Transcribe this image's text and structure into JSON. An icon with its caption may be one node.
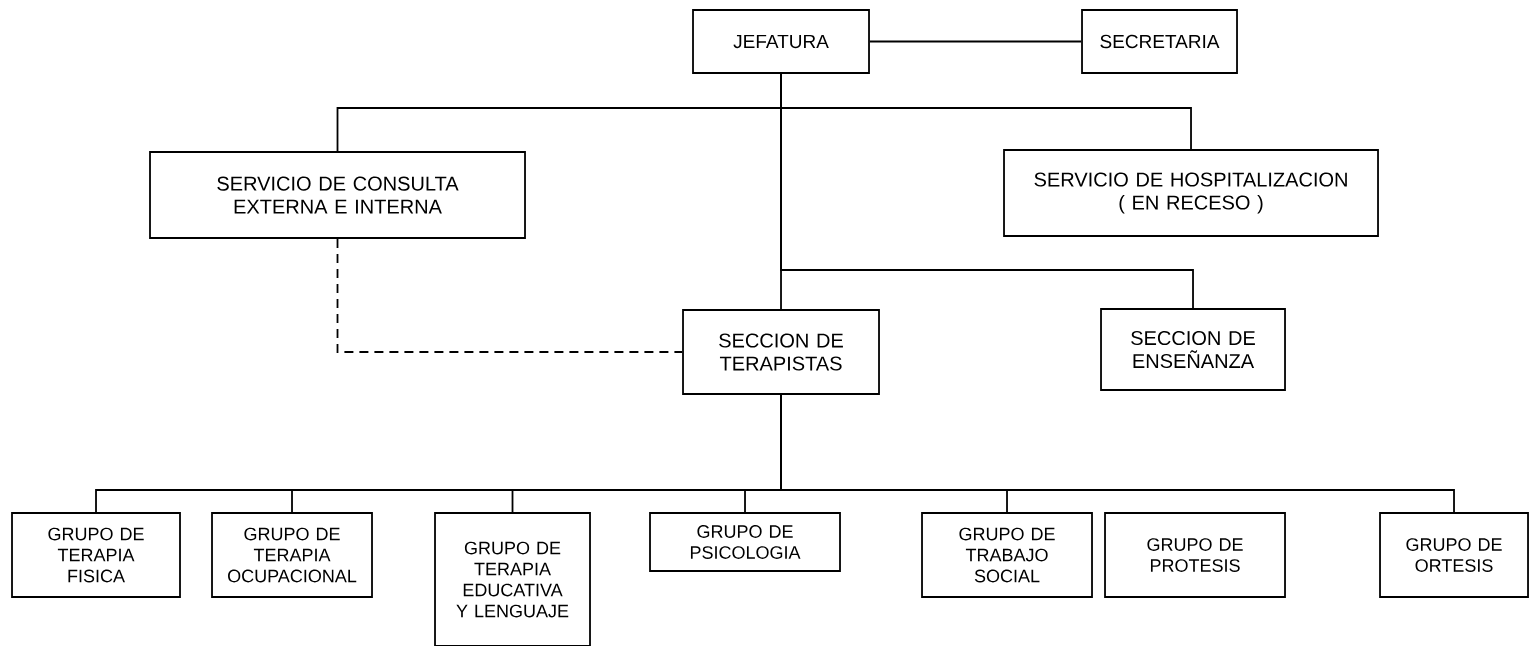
{
  "diagram": {
    "nodes": [
      {
        "text": [
          "JEFATURA"
        ]
      },
      {
        "text": [
          "SECRETARIA"
        ]
      },
      {
        "text": [
          "SERVICIO DE CONSULTA EXTERNA E INTERNA"
        ]
      },
      {
        "text": [
          "SERVICIO DE HOSPITALIZACION ( EN RECESO )"
        ]
      },
      {
        "text": [
          "SECCION DE TERAPISTAS"
        ]
      },
      {
        "text": [
          "SECCION DE ENSEÑANZA"
        ]
      },
      {
        "text": [
          "GRUPO DE TERAPIA FISICA"
        ]
      },
      {
        "text": [
          "GRUPO DE TERAPIA OCUPACIONAL"
        ]
      },
      {
        "text": [
          "GRUPO DE TERAPIA EDUCATIVA Y LENGUAJE"
        ]
      },
      {
        "text": [
          "GRUPO DE PSICOLOGIA"
        ]
      },
      {
        "text": [
          "GRUPO DE TRABAJO SOCIAL"
        ]
      },
      {
        "text": [
          "GRUPO DE PROTESIS"
        ]
      },
      {
        "text": [
          "GRUPO DE ORTESIS"
        ]
      }
    ],
    "edges": [
      {
        "from": 0,
        "to": 1,
        "arrow": "none"
      },
      {
        "from": 0,
        "to": 2,
        "arrow": "none"
      },
      {
        "from": 0,
        "to": 3,
        "arrow": "none"
      },
      {
        "from": 0,
        "to": 4,
        "arrow": "none"
      },
      {
        "from": 0,
        "to": 5,
        "arrow": "none"
      },
      {
        "from": 2,
        "to": 4,
        "arrow": "none",
        "style": "dashed"
      },
      {
        "from": 4,
        "to": 6,
        "arrow": "none"
      },
      {
        "from": 4,
        "to": 7,
        "arrow": "none"
      },
      {
        "from": 4,
        "to": 8,
        "arrow": "none"
      },
      {
        "from": 4,
        "to": 9,
        "arrow": "none"
      },
      {
        "from": 4,
        "to": 10,
        "arrow": "none"
      },
      {
        "from": 4,
        "to": 12,
        "arrow": "none"
      }
    ]
  }
}
